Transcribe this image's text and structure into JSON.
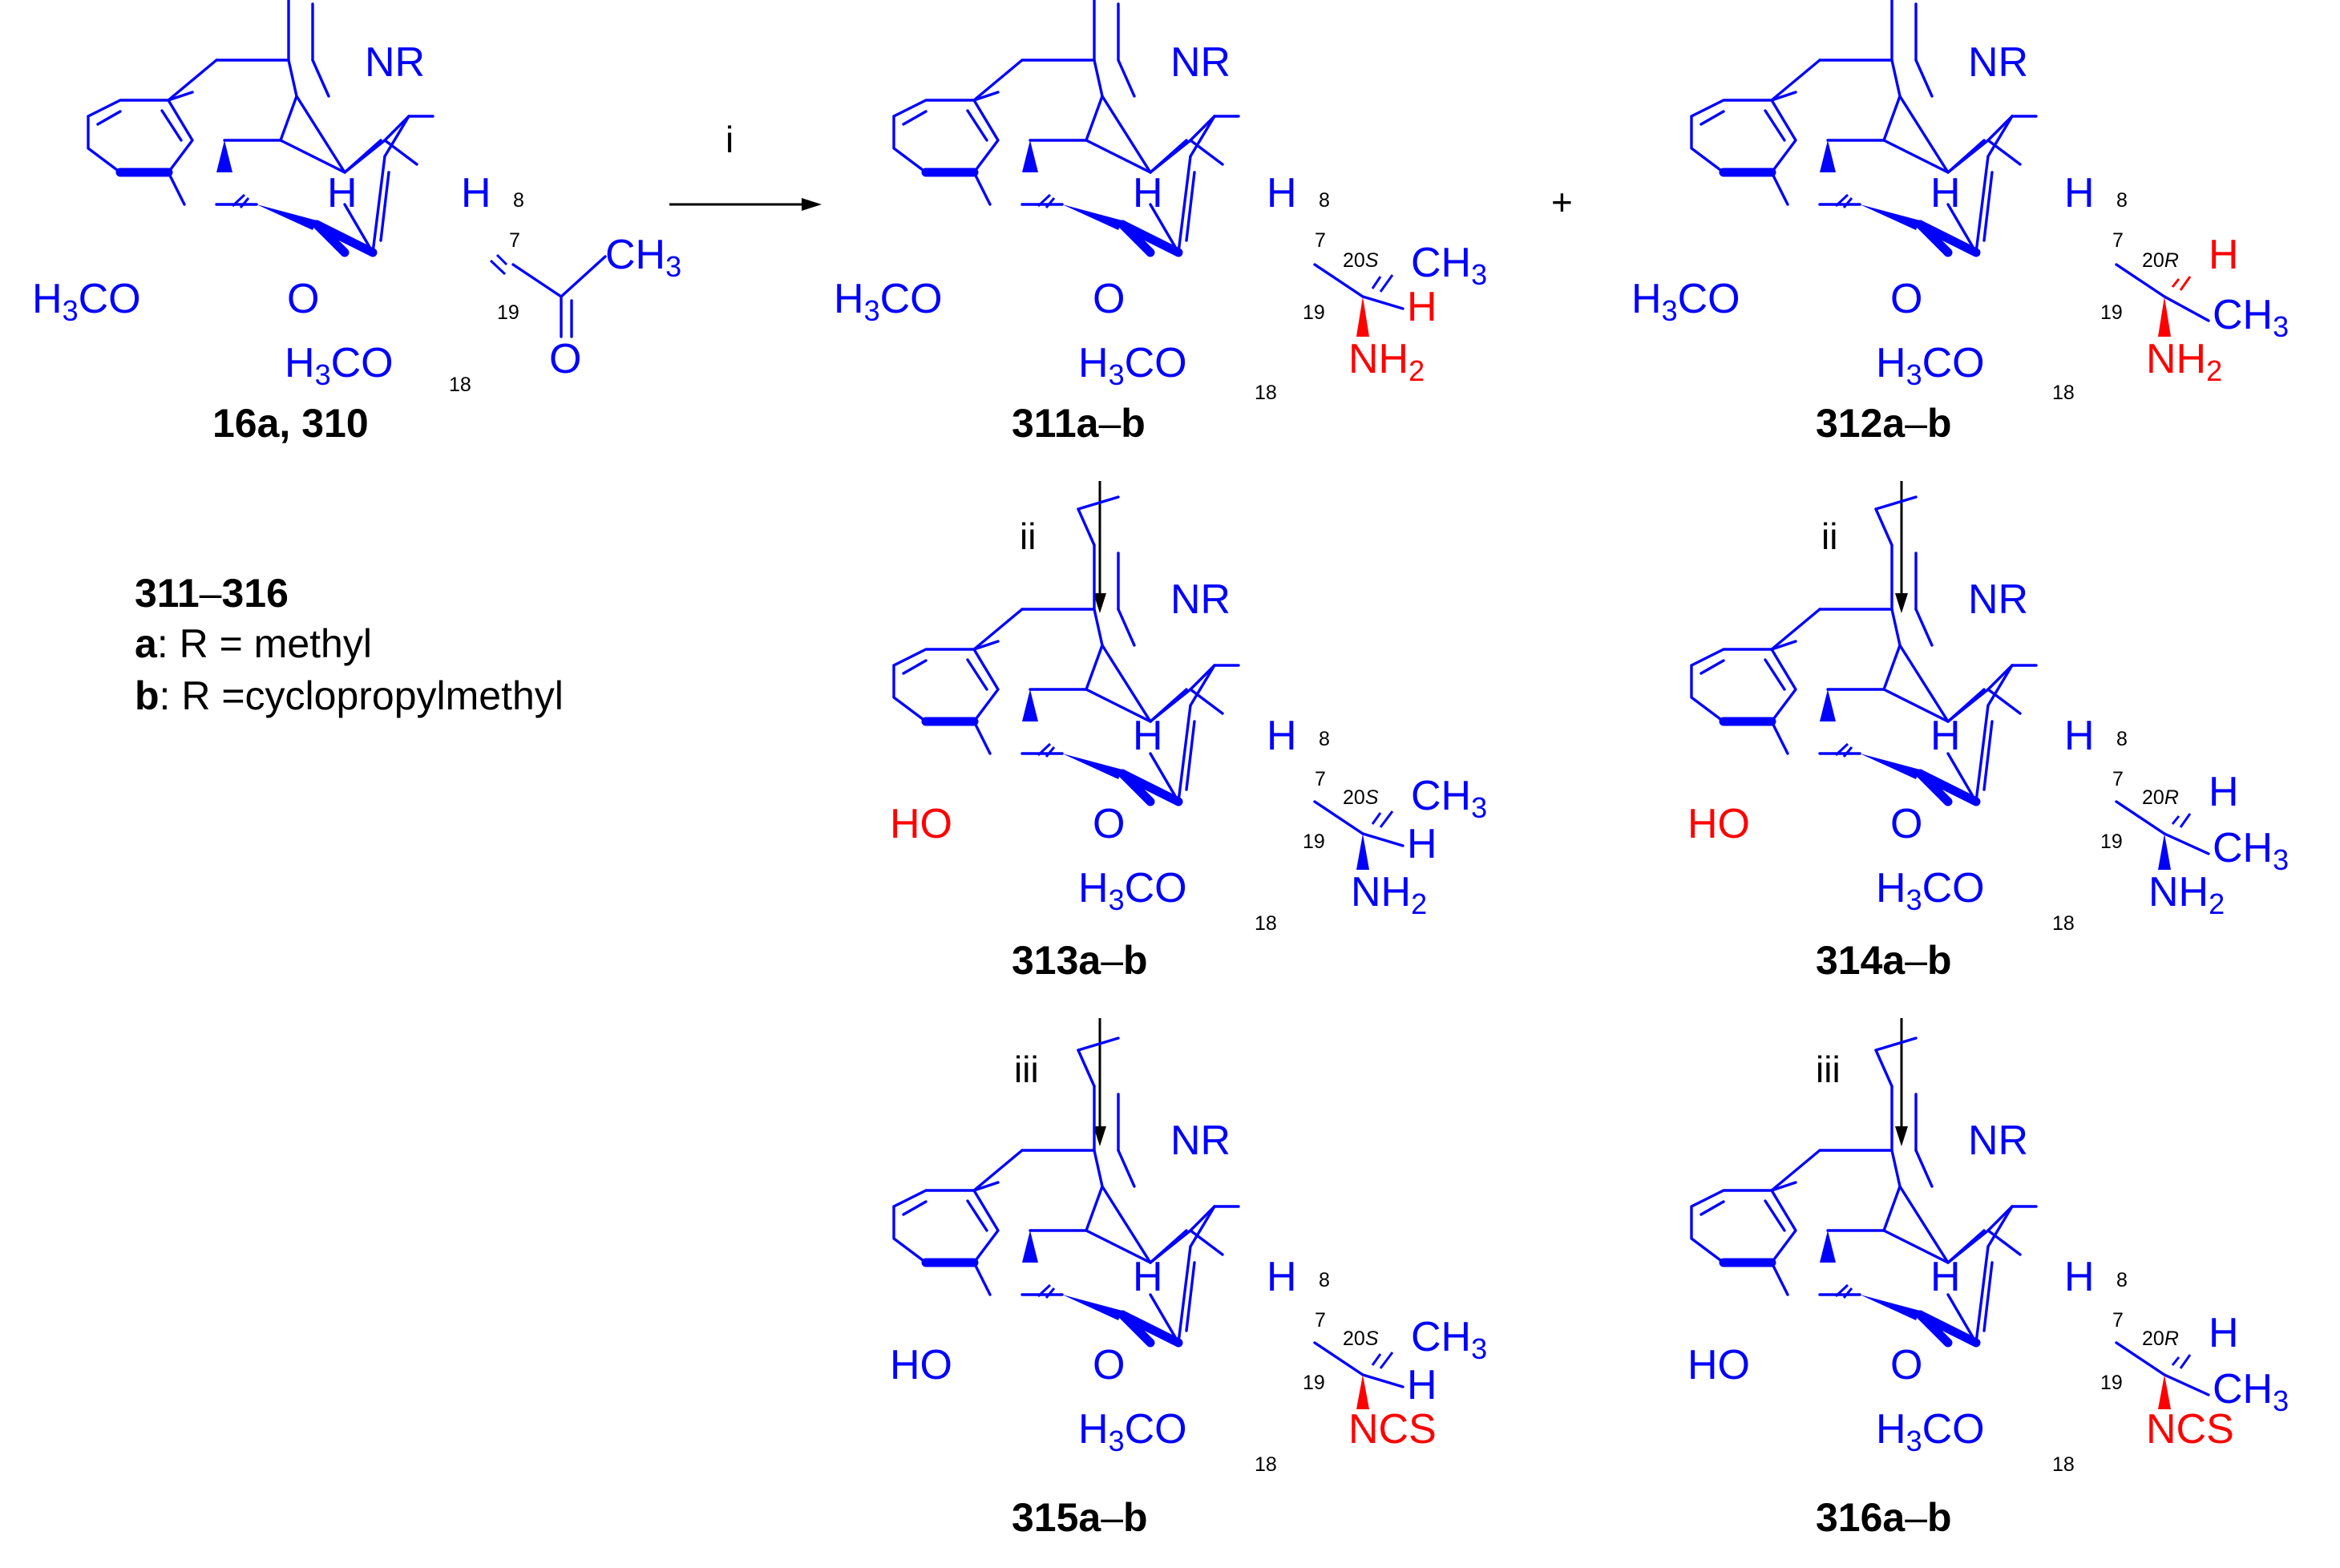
{
  "atom_labels": {
    "NR": "NR",
    "H": "H",
    "O": "O",
    "H3CO_H": "H",
    "H3CO_3": "3",
    "H3CO_CO": "CO",
    "HO": "HO",
    "CH": "CH",
    "CH_3": "3",
    "NH": "NH",
    "NH_2": "2",
    "NCS": "NCS"
  },
  "position_labels": {
    "p7": "7",
    "p8": "8",
    "p18": "18",
    "p19": "19",
    "s20": "20",
    "s20_S": "S",
    "r20": "20",
    "r20_R": "R"
  },
  "compounds": {
    "c16a": {
      "label": "16a, 310"
    },
    "c311": {
      "bold": "311a",
      "dash": "–",
      "bold2": "b"
    },
    "c312": {
      "bold": "312a",
      "dash": "–",
      "bold2": "b"
    },
    "c313": {
      "bold": "313a",
      "dash": "–",
      "bold2": "b"
    },
    "c314": {
      "bold": "314a",
      "dash": "–",
      "bold2": "b"
    },
    "c315": {
      "bold": "315a",
      "dash": "–",
      "bold2": "b"
    },
    "c316": {
      "bold": "316a",
      "dash": "–",
      "bold2": "b"
    }
  },
  "reagents": {
    "step1": "i",
    "step2": "ii",
    "step3": "iii",
    "plus": "+"
  },
  "legend": {
    "range_bold": "311",
    "range_dash": "–",
    "range_bold2": "316",
    "a_key": "a",
    "a_text": ": R = methyl",
    "b_key": "b",
    "b_text": ": R =cyclopropylmethyl"
  },
  "colors": {
    "structure": "#0000ff",
    "highlight": "#ff0000",
    "text": "#000000",
    "background": "#ffffff"
  }
}
